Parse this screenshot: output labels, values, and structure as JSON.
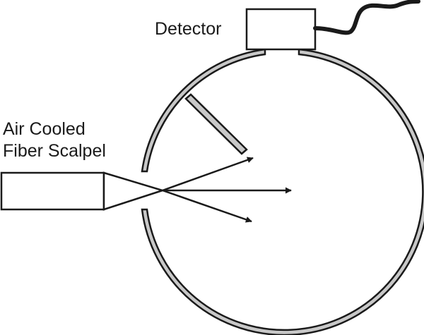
{
  "diagram": {
    "labels": {
      "detector": "Detector",
      "scalpel_line1": "Air Cooled",
      "scalpel_line2": "Fiber Scalpel"
    },
    "colors": {
      "stroke": "#1a1a1a",
      "sphere_fill": "#c8c8c8",
      "baffle_fill": "#c8c8c8",
      "background": "#ffffff"
    },
    "icons": {
      "detector": "detector-box-icon",
      "cable": "cable-icon",
      "fiber": "fiber-scalpel-icon",
      "arrow": "arrowhead-icon"
    }
  }
}
